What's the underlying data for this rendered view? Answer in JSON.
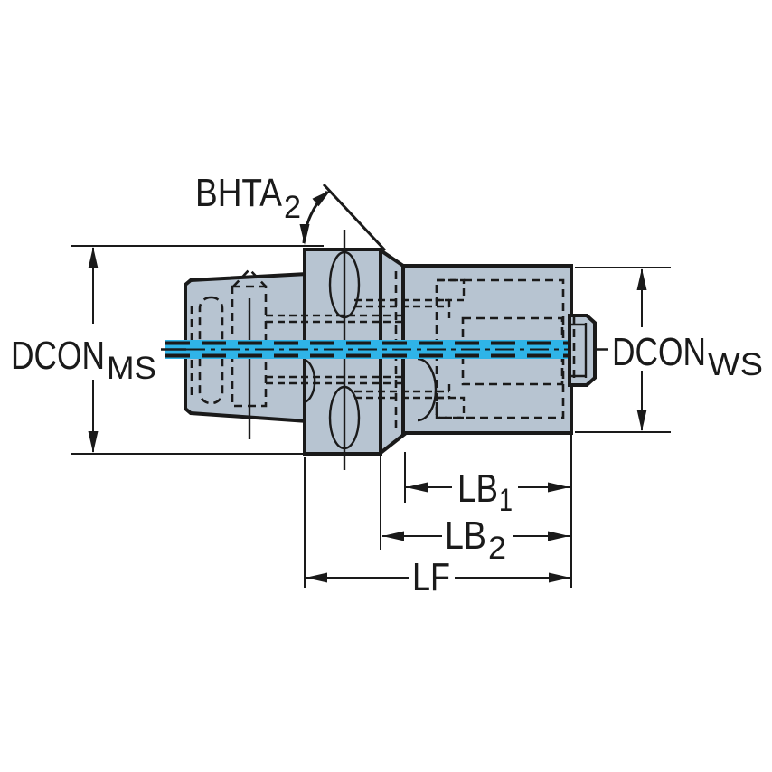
{
  "drawing": {
    "type": "engineering-dimension-drawing",
    "subject": "tool holder adapter side view with coupling, flange and cylindrical body"
  },
  "labels": {
    "bhta": {
      "base": "BHTA",
      "sub": "2"
    },
    "dcon_ms": {
      "base": "DCON",
      "sub": "MS"
    },
    "dcon_ws": {
      "base": "DCON",
      "sub": "WS"
    },
    "lb1": {
      "base": "LB",
      "sub": "1"
    },
    "lb2": {
      "base": "LB",
      "sub": "2"
    },
    "lf": {
      "base": "LF"
    }
  },
  "colors": {
    "body_fill": "#b7c4d1",
    "centerline": "#2fb4e8",
    "line": "#1a1a1a",
    "bg": "#ffffff"
  }
}
